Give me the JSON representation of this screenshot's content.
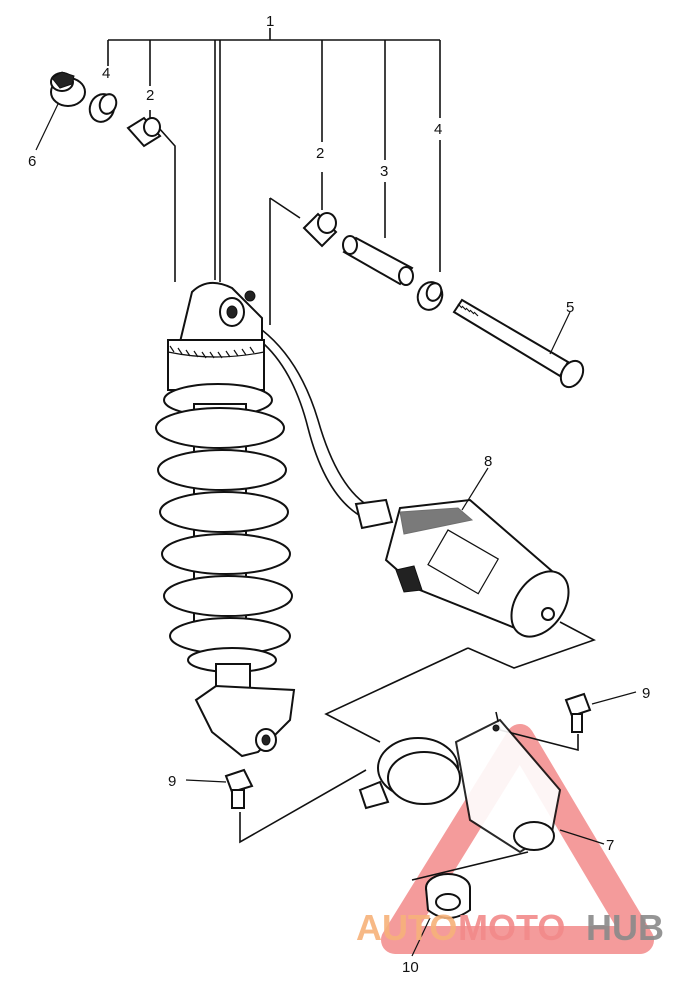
{
  "callouts": {
    "c1": "1",
    "c2a": "2",
    "c2b": "2",
    "c3": "3",
    "c4a": "4",
    "c4b": "4",
    "c5": "5",
    "c6": "6",
    "c7": "7",
    "c8": "8",
    "c9a": "9",
    "c9b": "9",
    "c10": "10"
  },
  "watermark": {
    "part1": "AUTO",
    "part2": "MOTO",
    "part3": "HUB",
    "colors": {
      "auto": "#f7b27a",
      "moto": "#f28a8a",
      "hub": "#8a8a8a",
      "triangle": "#f28a8a"
    },
    "icon": "warning-triangle-logo"
  }
}
